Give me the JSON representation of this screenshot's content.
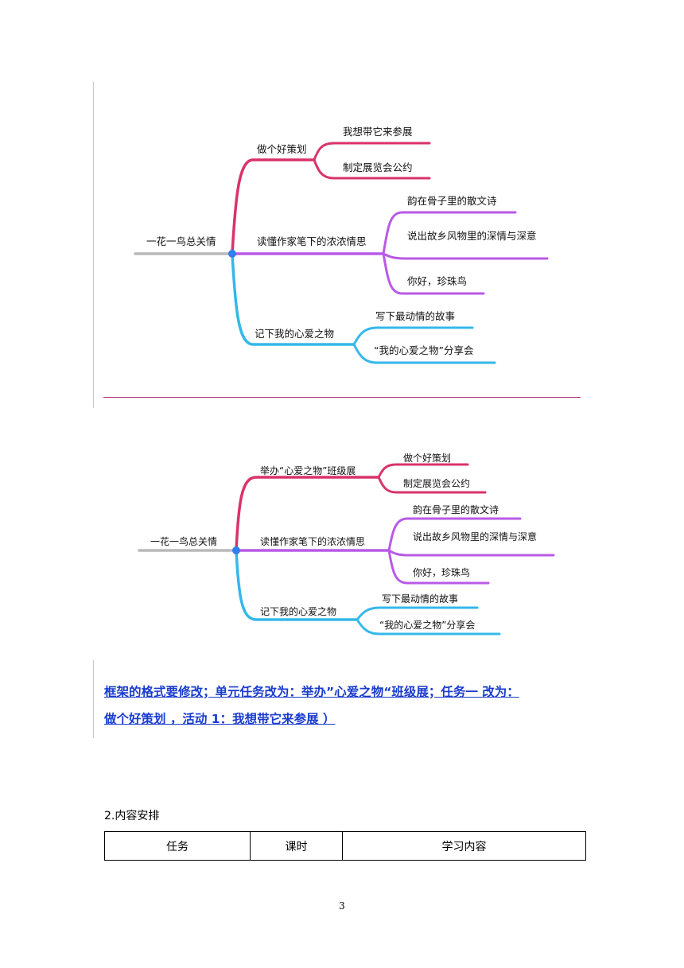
{
  "mindmap_original": {
    "root": "一花一鸟总关情",
    "branches": [
      {
        "label": "做个好策划",
        "children": [
          "我想带它来参展",
          "制定展览会公约"
        ],
        "color": "#d9336b"
      },
      {
        "label": "读懂作家笔下的浓浓情思",
        "children": [
          "韵在骨子里的散文诗",
          "说出故乡风物里的深情与深意",
          "你好，珍珠鸟"
        ],
        "color": "#b85ae6"
      },
      {
        "label": "记下我的心爱之物",
        "children": [
          "写下最动情的故事",
          "“我的心爱之物”分享会"
        ],
        "color": "#35b8ea"
      }
    ]
  },
  "mindmap_revised": {
    "root": "一花一鸟总关情",
    "branches": [
      {
        "label": "举办“心爱之物”班级展",
        "children": [
          "做个好策划",
          "制定展览会公约"
        ],
        "color": "#d9336b"
      },
      {
        "label": "读懂作家笔下的浓浓情思",
        "children": [
          "韵在骨子里的散文诗",
          "说出故乡风物里的深情与深意",
          "你好，珍珠鸟"
        ],
        "color": "#b85ae6"
      },
      {
        "label": "记下我的心爱之物",
        "children": [
          "写下最动情的故事",
          "“我的心爱之物”分享会"
        ],
        "color": "#35b8ea"
      }
    ]
  },
  "revision_comment": {
    "line1": "框架的格式要修改；单元任务改为：举办”心爱之物“班级展；任务一 改为：",
    "line2": "做个好策划 ，活动 1：我想带它来参展 ）"
  },
  "section_heading": "2.内容安排",
  "table": {
    "headers": [
      "任务",
      "课时",
      "学习内容"
    ]
  },
  "page_number": "3"
}
